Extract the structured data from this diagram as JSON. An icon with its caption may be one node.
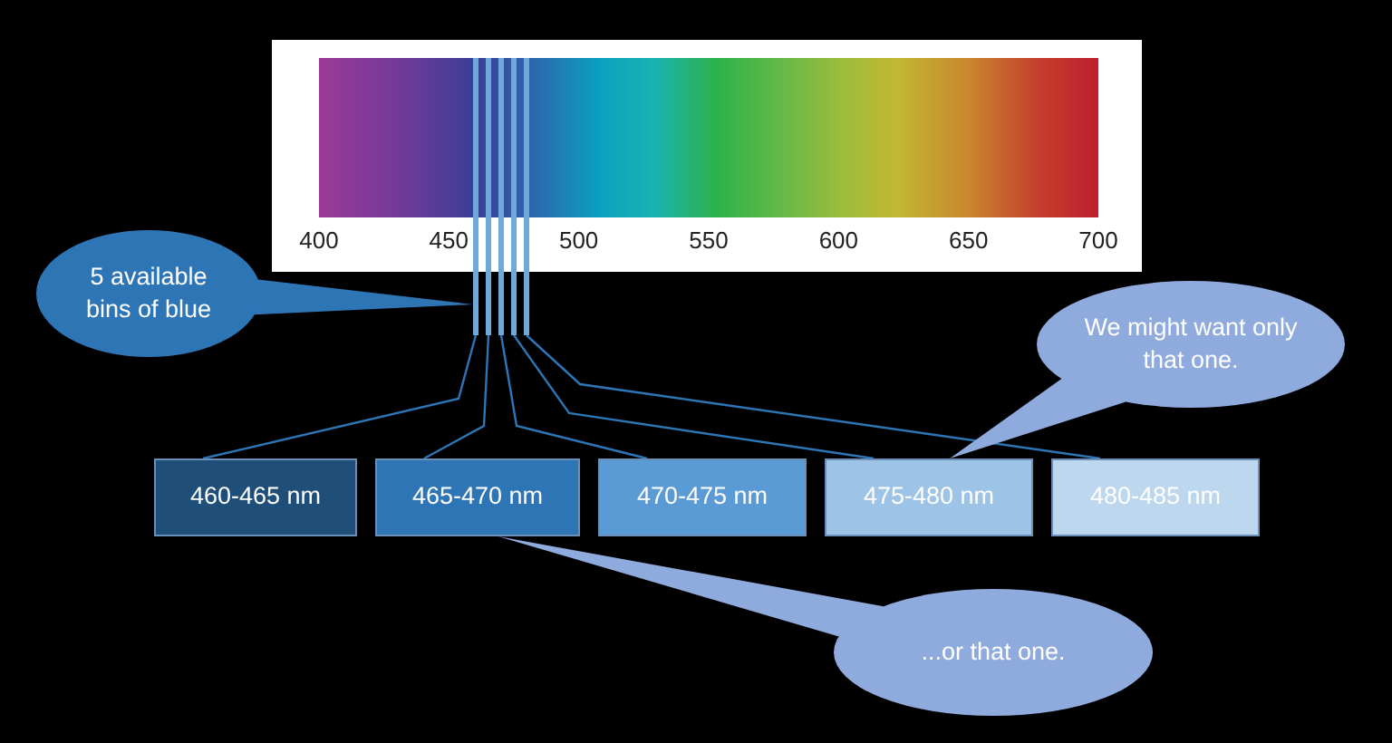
{
  "diagram": {
    "nodes": [
      {
        "text": [],
        "shape": "picture"
      },
      {
        "text": [
          "5 available bins of blue"
        ]
      },
      {
        "text": [],
        "shape": "bar"
      },
      {
        "text": [],
        "shape": "bar"
      },
      {
        "text": [],
        "shape": "bar"
      },
      {
        "text": [],
        "shape": "bar"
      },
      {
        "text": [],
        "shape": "bar"
      },
      {
        "text": [
          "We might want only that one."
        ]
      },
      {
        "text": [
          "460-465 nm"
        ]
      },
      {
        "text": [
          "465-470 nm"
        ]
      },
      {
        "text": [
          "470-475 nm"
        ]
      },
      {
        "text": [
          "475-480 nm"
        ]
      },
      {
        "text": [
          "480-485 nm"
        ]
      },
      {
        "text": [
          "...or that one."
        ]
      }
    ],
    "edges": [
      {
        "from": 1,
        "to": 2,
        "arrow": "none"
      },
      {
        "from": 2,
        "to": 8,
        "arrow": "none"
      },
      {
        "from": 3,
        "to": 9,
        "arrow": "none"
      },
      {
        "from": 4,
        "to": 10,
        "arrow": "none"
      },
      {
        "from": 5,
        "to": 11,
        "arrow": "none"
      },
      {
        "from": 6,
        "to": 12,
        "arrow": "none"
      },
      {
        "from": 7,
        "to": 11,
        "arrow": "none"
      },
      {
        "from": 13,
        "to": 9,
        "arrow": "none"
      }
    ],
    "labels": [
      "400",
      "450",
      "500",
      "550",
      "600",
      "650",
      "700"
    ]
  }
}
